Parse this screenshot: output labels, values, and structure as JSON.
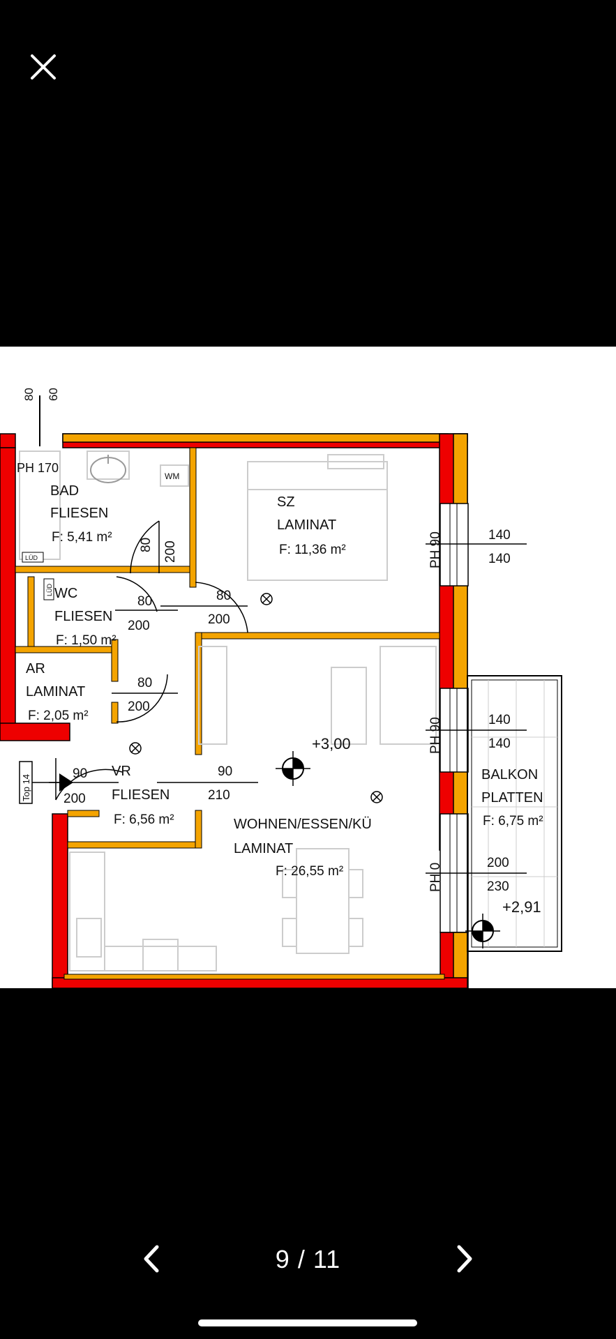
{
  "viewer": {
    "counter": "9 / 11"
  },
  "colors": {
    "wall_red": "#ee0000",
    "wall_orange": "#f4a400",
    "outline": "#000000"
  },
  "floorplan": {
    "top_dims": [
      "80",
      "60"
    ],
    "ph_170": "PH 170",
    "rooms": [
      {
        "name": "BAD",
        "material": "FLIESEN",
        "area": "F: 5,41 m²"
      },
      {
        "name": "SZ",
        "material": "LAMINAT",
        "area": "F: 11,36 m²"
      },
      {
        "name": "WC",
        "material": "FLIESEN",
        "area": "F: 1,50 m²"
      },
      {
        "name": "AR",
        "material": "LAMINAT",
        "area": "F: 2,05 m²"
      },
      {
        "name": "VR",
        "material": "FLIESEN",
        "area": "F: 6,56 m²"
      },
      {
        "name": "WOHNEN/ESSEN/KÜ",
        "material": "LAMINAT",
        "area": "F: 26,55 m²"
      },
      {
        "name": "BALKON",
        "material": "PLATTEN",
        "area": "F: 6,75 m²"
      }
    ],
    "doors": {
      "bad_w": "80",
      "bad_h": "200",
      "sz_w": "80",
      "sz_h": "200",
      "wc_w": "80",
      "wc_h": "200",
      "ar_w": "80",
      "ar_h": "200",
      "entry_w": "90",
      "entry_h": "200",
      "living_w": "90",
      "living_h": "210"
    },
    "windows": [
      {
        "ph": "PH 90",
        "w": "140",
        "h": "140"
      },
      {
        "ph": "PH 90",
        "w": "140",
        "h": "140"
      },
      {
        "ph": "PH 0",
        "w": "200",
        "h": "230"
      }
    ],
    "levels": {
      "main": "+3,00",
      "balcony": "+2,91"
    },
    "top_label": "Top 14",
    "wm_label": "WM",
    "small_labels": [
      "LÜD",
      "LÜD"
    ]
  }
}
